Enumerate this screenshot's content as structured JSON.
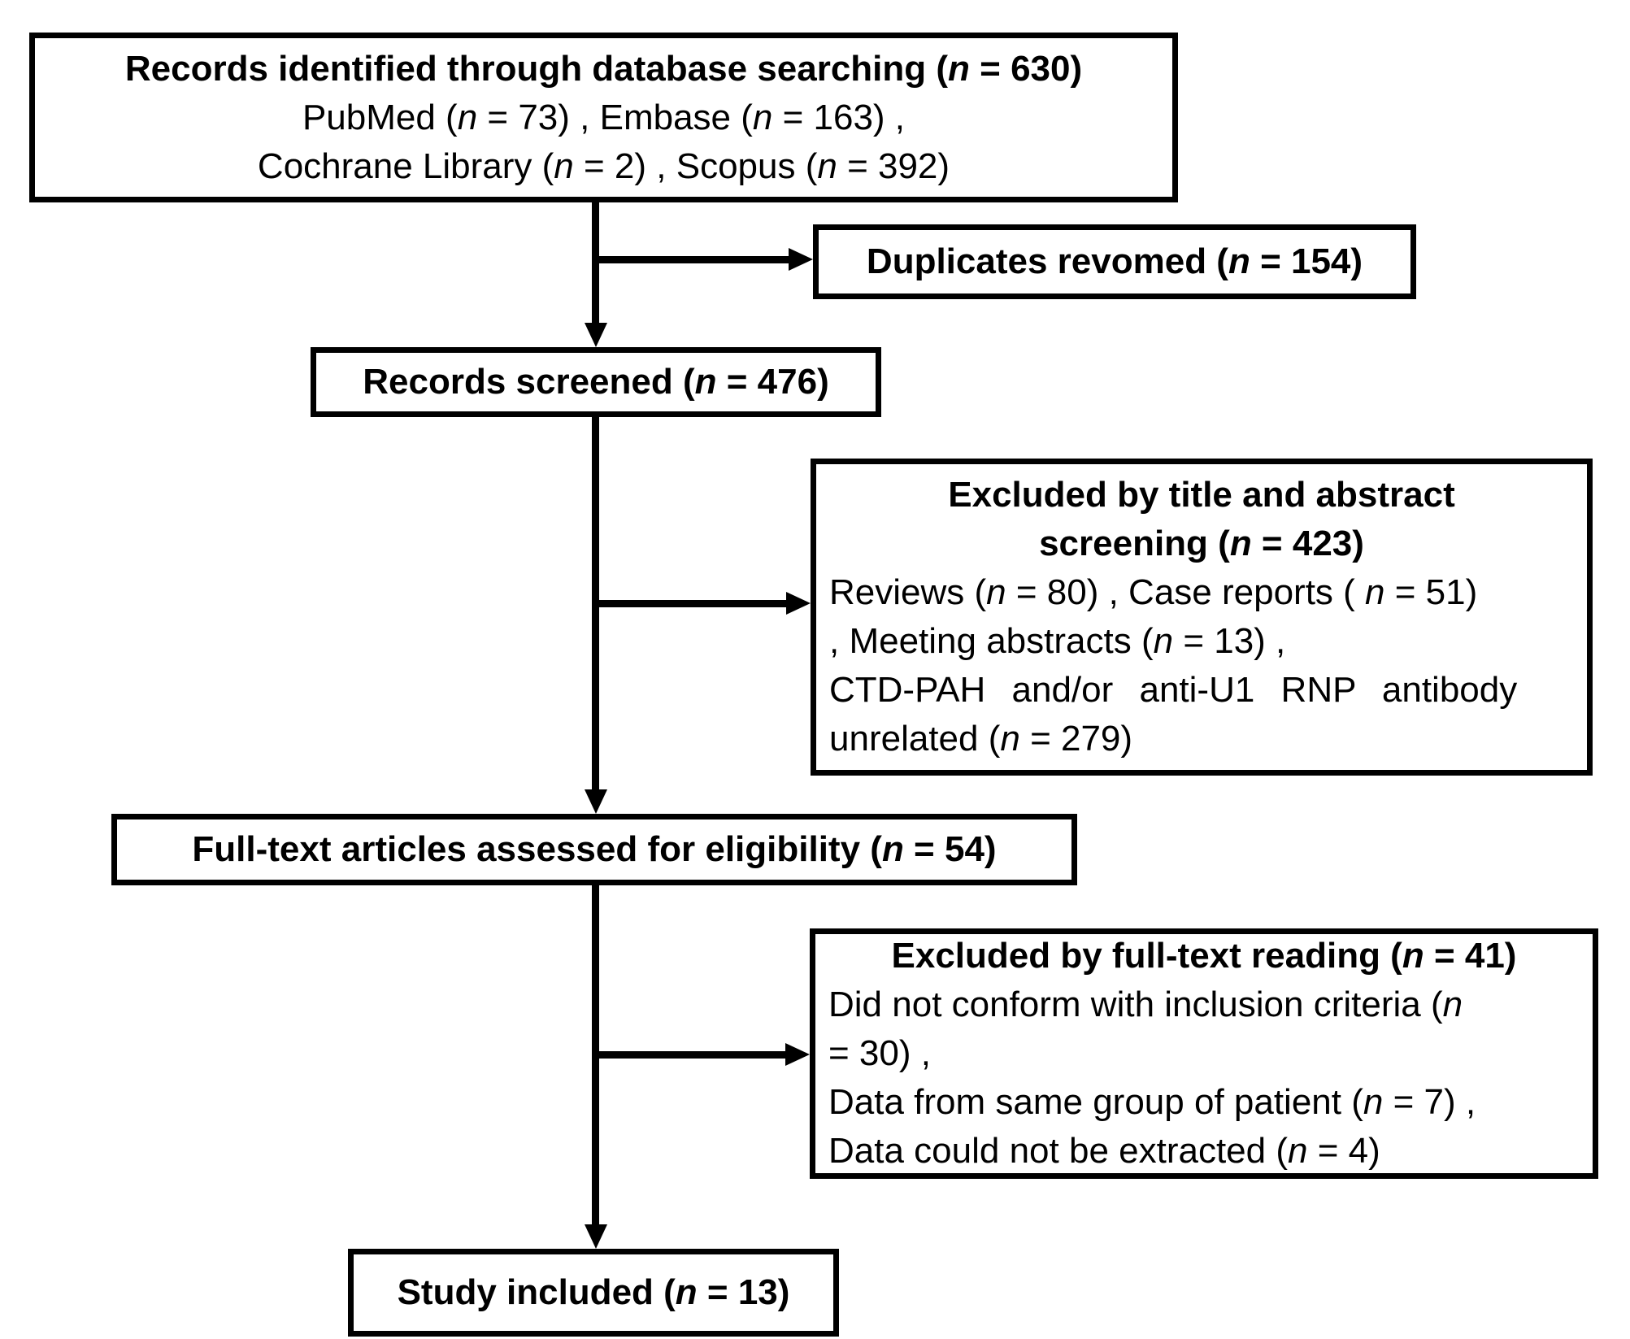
{
  "figure": {
    "boxes": {
      "identified": {
        "title": "Records identified through database searching (n = 630)",
        "line2": "PubMed (n = 73) , Embase (n = 163) ,",
        "line3": "Cochrane Library (n = 2) , Scopus (n = 392)"
      },
      "duplicates_removed": {
        "title": "Duplicates revomed (n = 154)"
      },
      "screened": {
        "title": "Records screened (n = 476)"
      },
      "excluded_screening": {
        "title_line1": "Excluded by title and abstract",
        "title_line2": "screening (n = 423)",
        "detail1": "Reviews (n = 80) , Case reports ( n = 51)",
        "detail2": ", Meeting abstracts (n = 13) ,",
        "detail3": "CTD-PAH and/or anti-U1 RNP antibody",
        "detail4": "unrelated (n = 279)"
      },
      "fulltext_assessed": {
        "title": "Full-text articles assessed for eligibility (n = 54)"
      },
      "excluded_fulltext": {
        "title": "Excluded by full-text reading (n = 41)",
        "detail1": "Did not conform with inclusion criteria (n",
        "detail2": "= 30) ,",
        "detail3": "Data from same group of patient (n = 7) ,",
        "detail4": "Data could not be extracted (n = 4)"
      },
      "included": {
        "title": "Study included (n = 13)"
      }
    },
    "colors": {
      "line": "#000000",
      "background": "#ffffff",
      "text": "#000000"
    }
  }
}
